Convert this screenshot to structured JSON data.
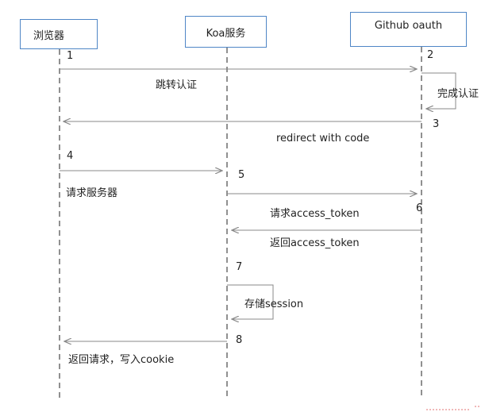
{
  "participants": {
    "browser": "浏览器",
    "koa": "Koa服务",
    "github": "Github oauth"
  },
  "steps": {
    "s1": "1",
    "s2": "2",
    "s3": "3",
    "s4": "4",
    "s5": "5",
    "s6": "6",
    "s7": "7",
    "s8": "8"
  },
  "messages": {
    "jump_auth": "跳转认证",
    "complete_auth": "完成认证",
    "redirect_code": "redirect with code",
    "request_server": "请求服务器",
    "request_token": "请求access_token",
    "return_token": "返回access_token",
    "store_session": "存储session",
    "return_request": "返回请求，写入cookie"
  }
}
